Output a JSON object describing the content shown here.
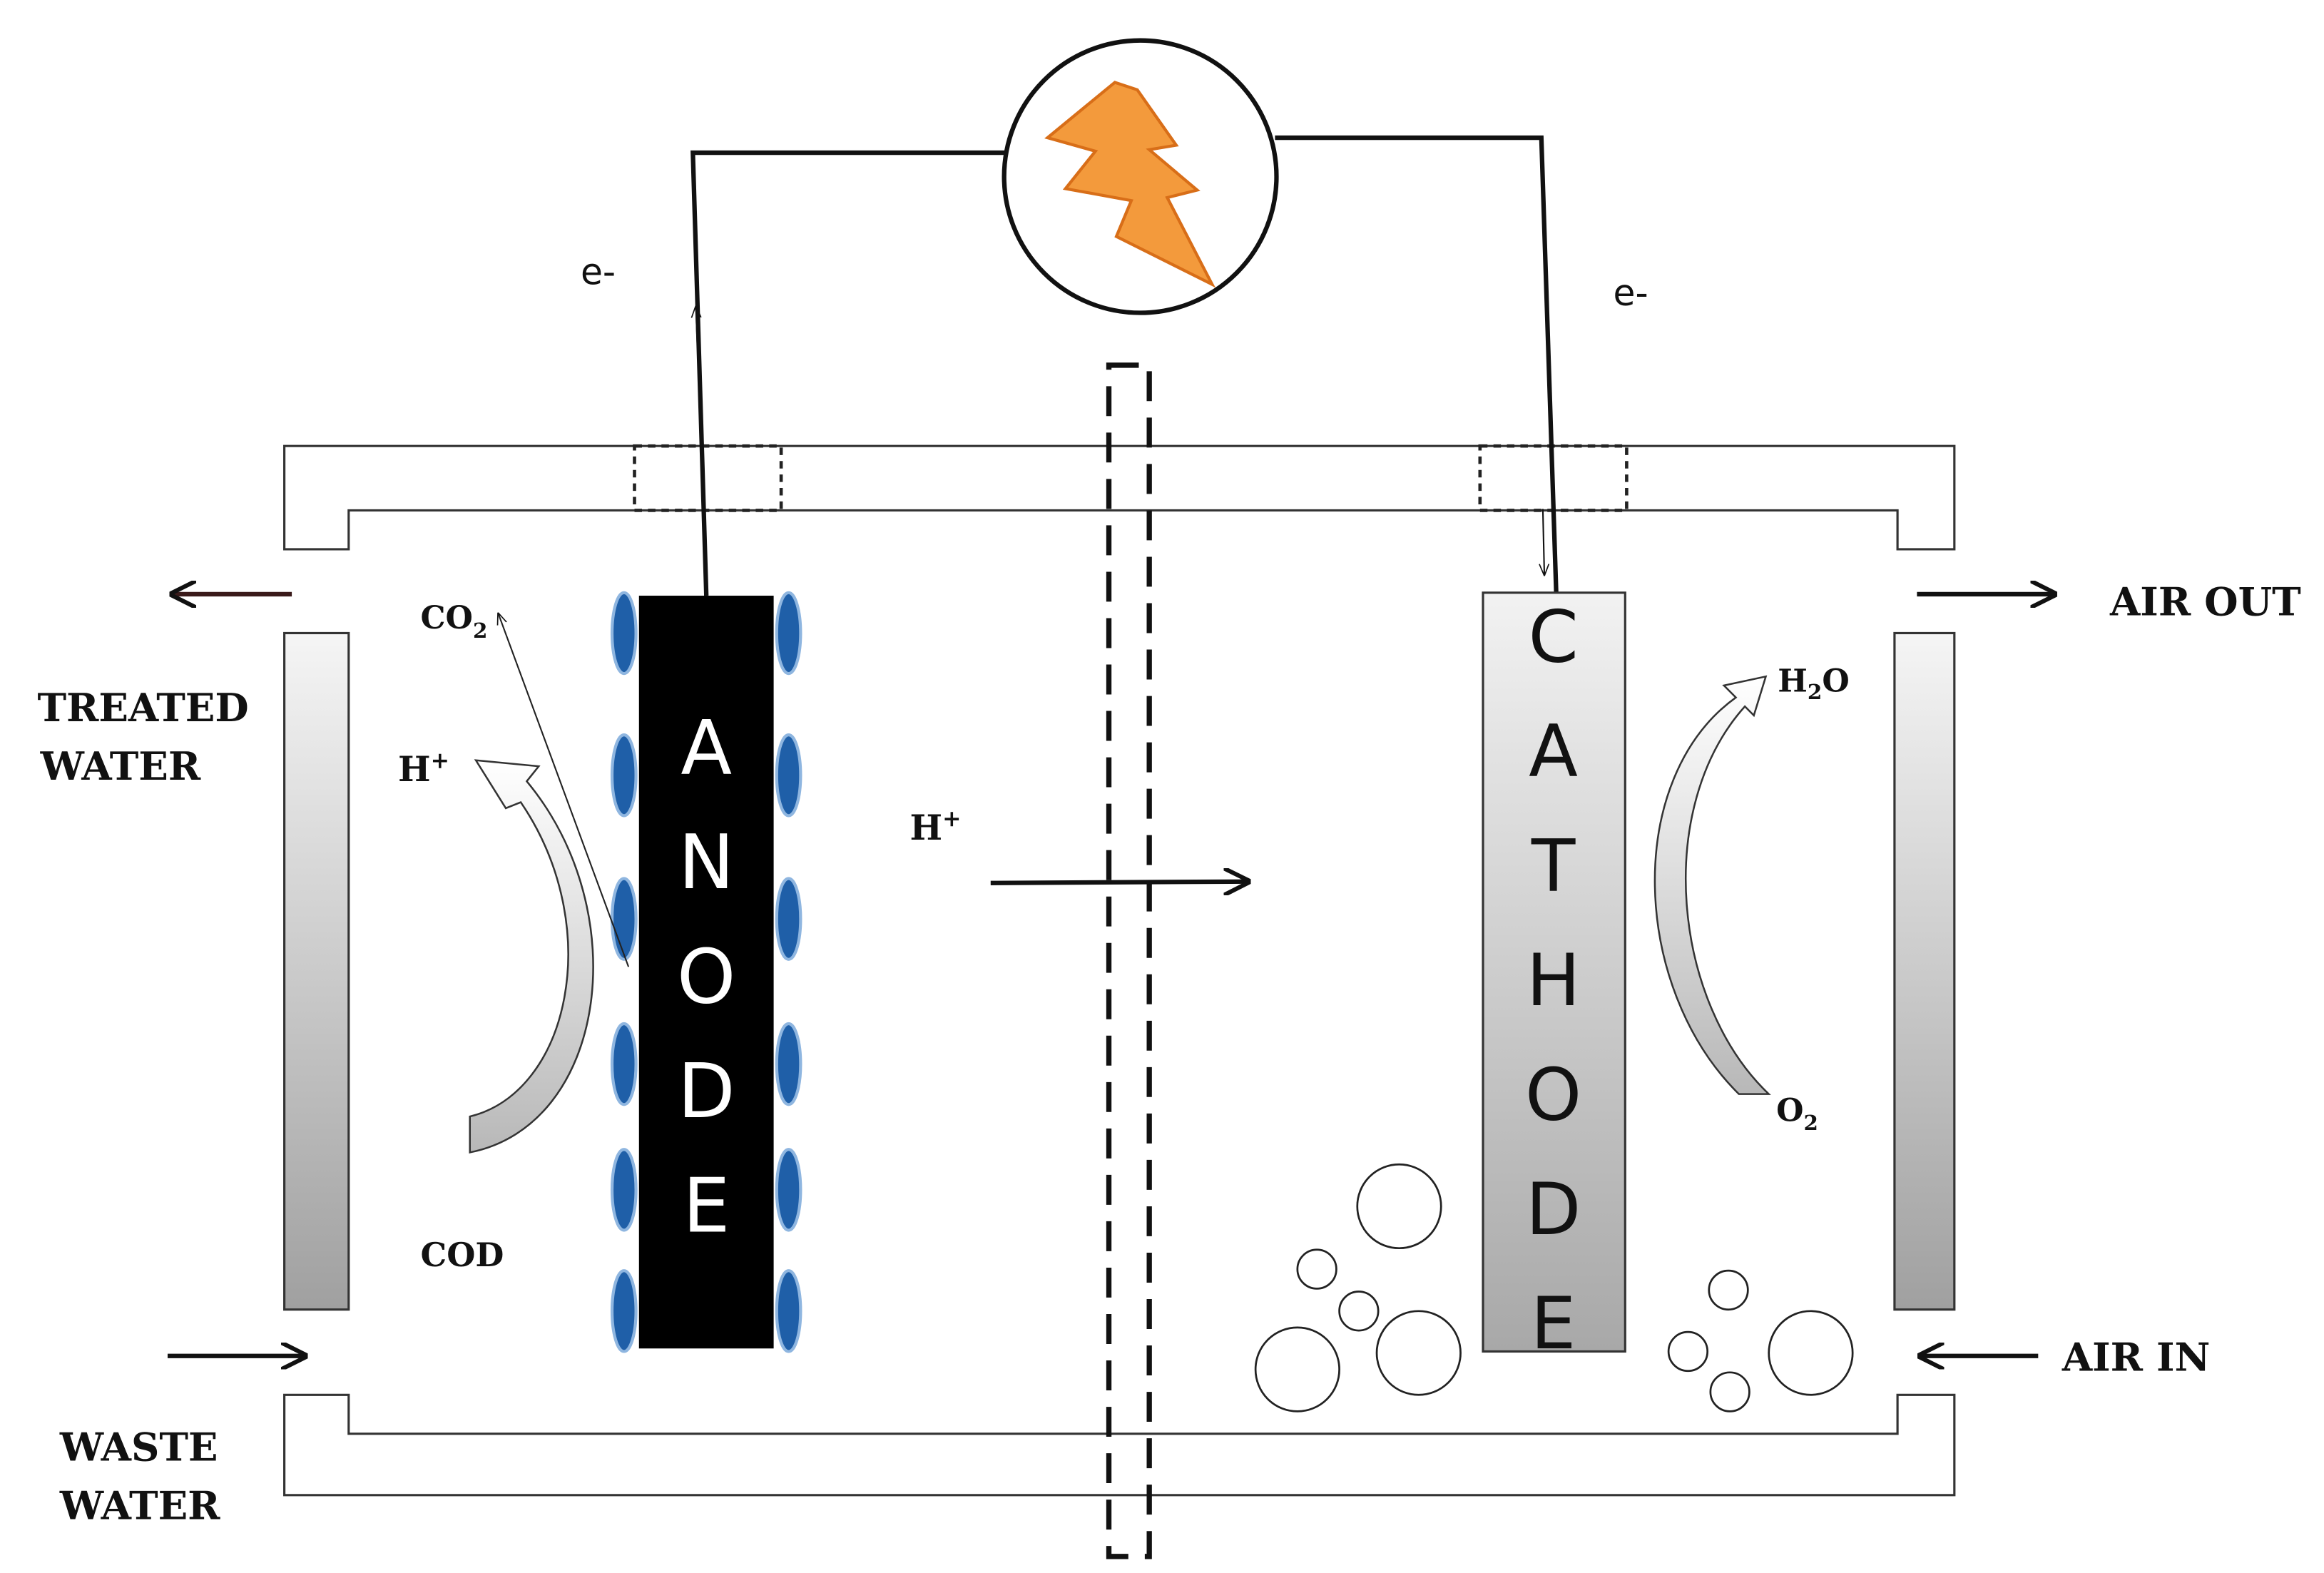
{
  "labels": {
    "electron_left": "e-",
    "electron_right": "e-",
    "treated_water_1": "TREATED",
    "treated_water_2": "WATER",
    "waste_water_1": "WASTE",
    "waste_water_2": "WATER",
    "air_out": "AIR OUT",
    "air_in": "AIR IN",
    "co2_base": "CO",
    "co2_sub": "2",
    "h_left_base": "H",
    "h_left_sup": "+",
    "h_mid_base": "H",
    "h_mid_sup": "+",
    "h2o_h": "H",
    "h2o_sub": "2",
    "h2o_o": "O",
    "o2_base": "O",
    "o2_sub": "2",
    "cod": "COD"
  },
  "electrodes": {
    "anode_letters": [
      "A",
      "N",
      "O",
      "D",
      "E"
    ],
    "cathode_letters": [
      "C",
      "A",
      "T",
      "H",
      "O",
      "D",
      "E"
    ]
  },
  "colors": {
    "anode_fill": "#000000",
    "bacteria_fill": "#1f5fa8",
    "lightning_fill": "#f39a3c",
    "wire": "#111111",
    "cathode_gradient_top": "#f2f2f2",
    "cathode_gradient_bottom": "#a8a8a8"
  },
  "icons": {
    "load": "lightning-bolt-icon"
  }
}
